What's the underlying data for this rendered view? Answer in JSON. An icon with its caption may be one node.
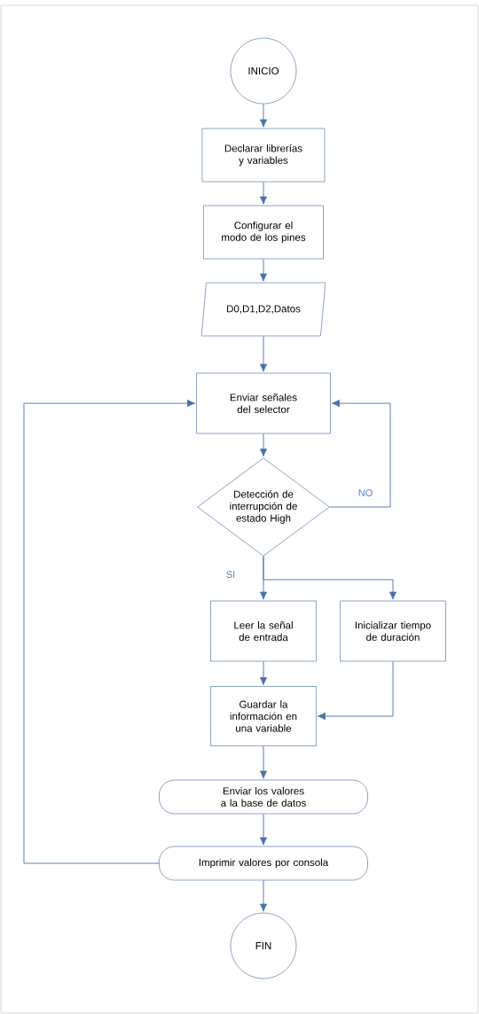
{
  "diagram": {
    "nodes": [
      {
        "text": [
          "INICIO"
        ]
      },
      {
        "text": [
          "Declarar librerías y variables"
        ]
      },
      {
        "text": [
          "Configurar el modo de los pines"
        ]
      },
      {
        "text": [
          "D0,D1,D2,Datos"
        ]
      },
      {
        "text": [
          "Enviar señales del selector"
        ]
      },
      {
        "text": [
          "Detección de interrupción de estado High"
        ]
      },
      {
        "text": [
          "Leer la señal de entrada"
        ]
      },
      {
        "text": [
          "Inicializar tiempo de duración"
        ]
      },
      {
        "text": [
          "Guardar la información en una variable"
        ]
      },
      {
        "text": [
          "Enviar los valores a la base de datos"
        ]
      },
      {
        "text": [
          "Imprimir valores por consola"
        ]
      },
      {
        "text": [
          "FIN"
        ]
      }
    ],
    "edges": [
      {
        "from": 0,
        "to": 1,
        "arrow": "to"
      },
      {
        "from": 1,
        "to": 2,
        "arrow": "to"
      },
      {
        "from": 2,
        "to": 3,
        "arrow": "to"
      },
      {
        "from": 3,
        "to": 4,
        "arrow": "to"
      },
      {
        "from": 4,
        "to": 5,
        "arrow": "to"
      },
      {
        "from": 5,
        "to": 4,
        "arrow": "to",
        "label": "NO"
      },
      {
        "from": 5,
        "to": 6,
        "arrow": "to",
        "label": "SI"
      },
      {
        "from": 5,
        "to": 7,
        "arrow": "to"
      },
      {
        "from": 6,
        "to": 8,
        "arrow": "to"
      },
      {
        "from": 7,
        "to": 8,
        "arrow": "to"
      },
      {
        "from": 8,
        "to": 9,
        "arrow": "to"
      },
      {
        "from": 9,
        "to": 10,
        "arrow": "to"
      },
      {
        "from": 10,
        "to": 4,
        "arrow": "to"
      },
      {
        "from": 10,
        "to": 11,
        "arrow": "to"
      }
    ]
  }
}
